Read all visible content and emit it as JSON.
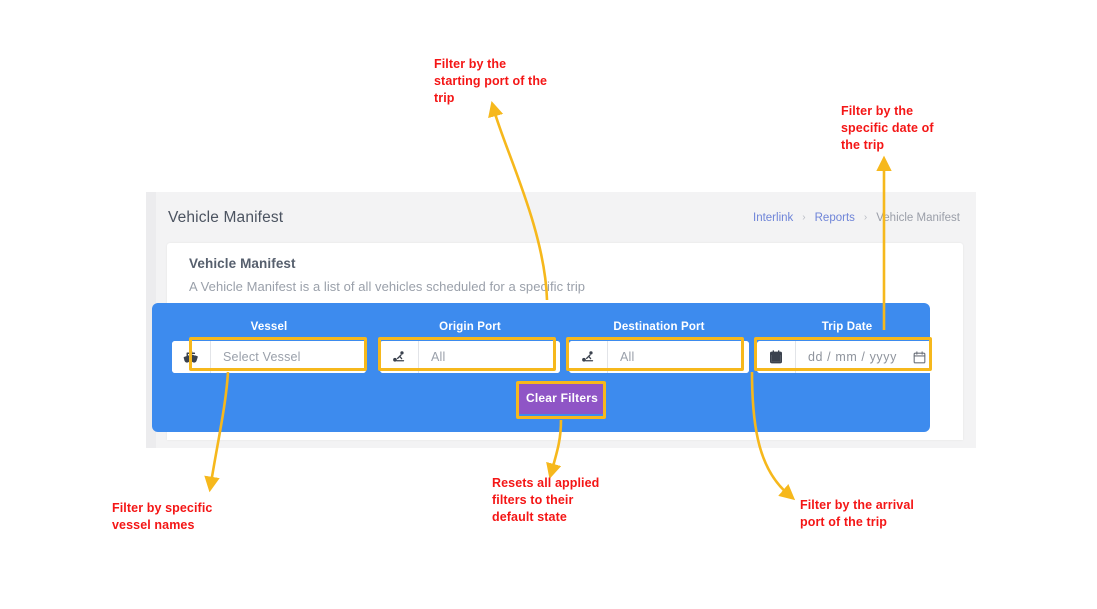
{
  "window": {
    "page_title": "Vehicle Manifest",
    "breadcrumb": [
      {
        "label": "Interlink",
        "current": false
      },
      {
        "label": "Reports",
        "current": false
      },
      {
        "label": "Vehicle Manifest",
        "current": true
      }
    ],
    "breadcrumb_separator": "›"
  },
  "report": {
    "heading": "Vehicle Manifest",
    "subtitle": "A Vehicle Manifest is a list of all vehicles scheduled for a specific trip"
  },
  "filters": {
    "bar_color": "#3d8bee",
    "fields": [
      {
        "label": "Vessel",
        "value": "Select Vessel",
        "icon": "ship-icon",
        "highlighted": true
      },
      {
        "label": "Origin Port",
        "value": "All",
        "icon": "anchor-port-icon",
        "highlighted": true
      },
      {
        "label": "Destination Port",
        "value": "All",
        "icon": "anchor-port-icon",
        "highlighted": true
      },
      {
        "label": "Trip Date",
        "value": "dd / mm / yyyy",
        "icon": "calendar-icon",
        "highlighted": true
      }
    ],
    "clear_button": {
      "label": "Clear Filters",
      "color": "#8f55c6",
      "highlighted": true
    }
  },
  "annotations": {
    "color": "#f41616",
    "arrow_color": "#f6b81c",
    "notes": [
      {
        "id": "origin-port-note",
        "text": "Filter by the\nstarting port of the\ntrip"
      },
      {
        "id": "trip-date-note",
        "text": "Filter by the\nspecific date of\nthe trip"
      },
      {
        "id": "vessel-note",
        "text": "Filter by specific\nvessel names"
      },
      {
        "id": "clear-filters-note",
        "text": "Resets all applied\nfilters to their\ndefault state"
      },
      {
        "id": "destination-port-note",
        "text": "Filter by the arrival\nport of the trip"
      }
    ]
  }
}
